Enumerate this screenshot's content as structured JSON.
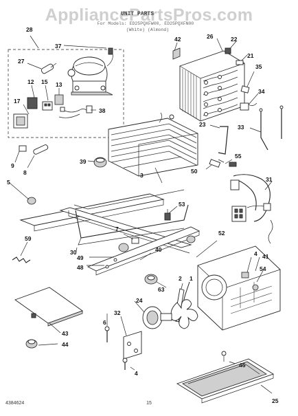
{
  "watermark": "AppliancePartsPros.com",
  "header": {
    "title": "UNIT PARTS",
    "line2": "For Models: ED25PQXFW00, ED25PQXFN00",
    "line3": "(White)        (Almond)"
  },
  "callouts": {
    "c28": "28",
    "c37": "37",
    "c27": "27",
    "c12": "12",
    "c15": "15",
    "c13": "13",
    "c17": "17",
    "c38": "38",
    "c42": "42",
    "c26": "26",
    "c22": "22",
    "c21": "21",
    "c35": "35",
    "c34": "34",
    "c23": "23",
    "c33": "33",
    "c9": "9",
    "c8": "8",
    "c39": "39",
    "c55": "55",
    "c50": "50",
    "c3": "3",
    "c31": "31",
    "c5": "5",
    "c53": "53",
    "c7": "7",
    "c59": "59",
    "c30": "30",
    "c49": "49",
    "c48": "48",
    "c52": "52",
    "c40": "40",
    "c4a": "4",
    "c41": "41",
    "c54": "54",
    "c63": "63",
    "c2": "2",
    "c1": "1",
    "c24": "24",
    "c32": "32",
    "c6": "6",
    "c43": "43",
    "c44": "44",
    "c4b": "4",
    "c45": "45",
    "c25": "25"
  },
  "footer": {
    "code": "4384624",
    "page": "15"
  }
}
